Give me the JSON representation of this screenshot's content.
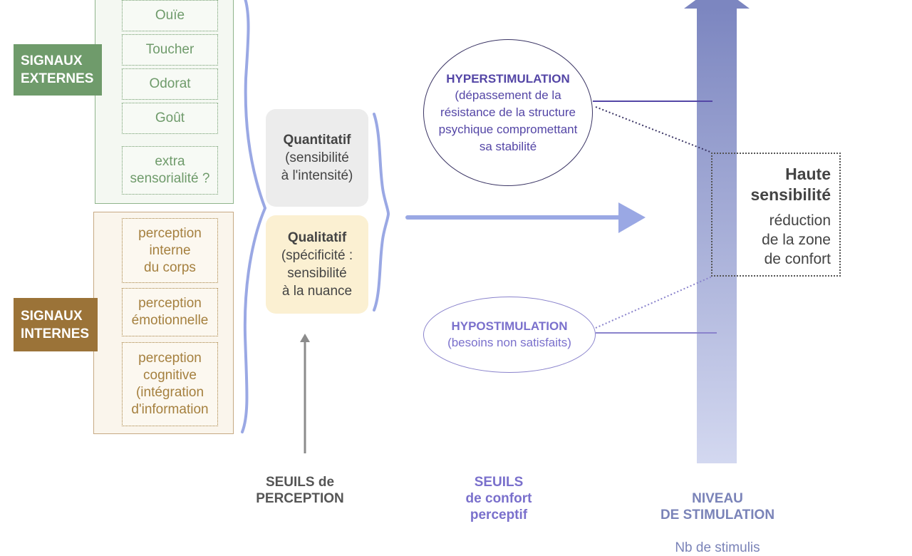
{
  "signaux_externes": {
    "label": "SIGNAUX\nEXTERNES",
    "senses": [
      "Ouïe",
      "Toucher",
      "Odorat",
      "Goût",
      "extra\nsensorialité ?"
    ]
  },
  "signaux_internes": {
    "label": "SIGNAUX\nINTERNES",
    "perceptions": [
      "perception\ninterne\ndu corps",
      "perception\némotionnelle",
      "perception\ncognitive\n(intégration\nd'information"
    ]
  },
  "seuils_perception": {
    "quantitatif_title": "Quantitatif",
    "quantitatif_desc": "(sensibilité\nà l'intensité)",
    "qualitatif_title": "Qualitatif",
    "qualitatif_desc": "(spécificité :\nsensibilité\nà la nuance",
    "bottom_label": "SEUILS de\nPERCEPTION"
  },
  "seuils_confort": {
    "hyper_title": "HYPERSTIMULATION",
    "hyper_desc": "(dépassement de la\nrésistance de la structure\npsychique compromettant\nsa stabilité",
    "hypo_title": "HYPOSTIMULATION",
    "hypo_desc": "(besoins non satisfaits)",
    "bottom_label": "SEUILS\nde confort\nperceptif"
  },
  "haute_sensibilite": {
    "title": "Haute\nsensibilité",
    "desc": "réduction\nde la zone\nde confort"
  },
  "niveau_stimulation": {
    "bottom_label": "NIVEAU\nDE STIMULATION",
    "sub_label": "Nb de stimulis"
  },
  "colors": {
    "externe_green": "#6f9b6b",
    "interne_brown": "#9b7338",
    "stimulation_blue": "#8a93cc",
    "hyper_purple": "#5446a6",
    "hypo_purple": "#7a70cc"
  }
}
